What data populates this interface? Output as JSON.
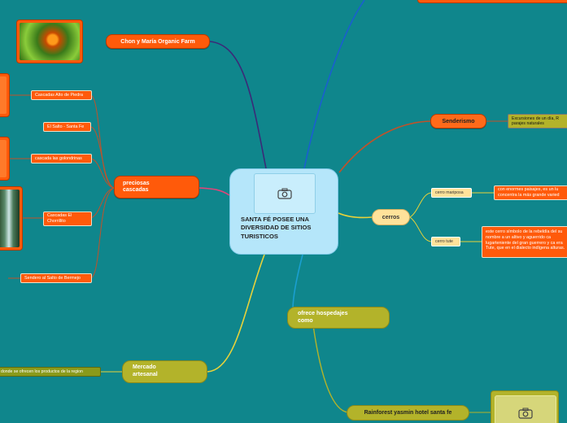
{
  "center": {
    "title": "SANTA FÉ POSEE UNA DIVERSIDAD DE SITIOS TURISTICOS",
    "photo_icon": "camera-icon"
  },
  "branches": {
    "chon": {
      "label": "Chon y María Organic Farm"
    },
    "cascadas": {
      "label": "preciosas cascadas",
      "children": [
        "Cascadas Alto de Piedra",
        "El Salto - Santa Fe",
        "cascada las golondrinas",
        "Cascadas El Chorrillito",
        "Sendero al Salto de Bermejo"
      ]
    },
    "mercado": {
      "label": "Mercado artesanal",
      "detail": "donde se ofrecen los productos de la region"
    },
    "senderismo": {
      "label": "Senderismo",
      "detail": "Excursiones de un día, R parajes naturales"
    },
    "cerros": {
      "label": "cerros",
      "children": [
        {
          "label": "cerro mariposa",
          "detail": "con enormes paisajes, es un lu concentra la más grande varied"
        },
        {
          "label": "cerro tute",
          "detail": "este cerro símbolo de la rebeldía del su nombre a un altivo y aguerrido ca lugarteniente del gran guerrero y ca era Tute, que en el dialecto indígena alturas."
        }
      ]
    },
    "hospedajes": {
      "label": "ofrece hospedajes como",
      "children": [
        {
          "label": "Rainforest yasmin hotel santa fe"
        }
      ]
    }
  },
  "colors": {
    "background": "#0f868c",
    "orange": "#ff5a0a",
    "green": "#b3b32a",
    "yellow": "#ffe29a",
    "center": "#b5e6fa",
    "link_purple": "#3b2a78",
    "link_blue": "#1a5fd0",
    "link_brown": "#c0522a",
    "link_yellow": "#e8d23a",
    "link_pink": "#e0457a"
  }
}
